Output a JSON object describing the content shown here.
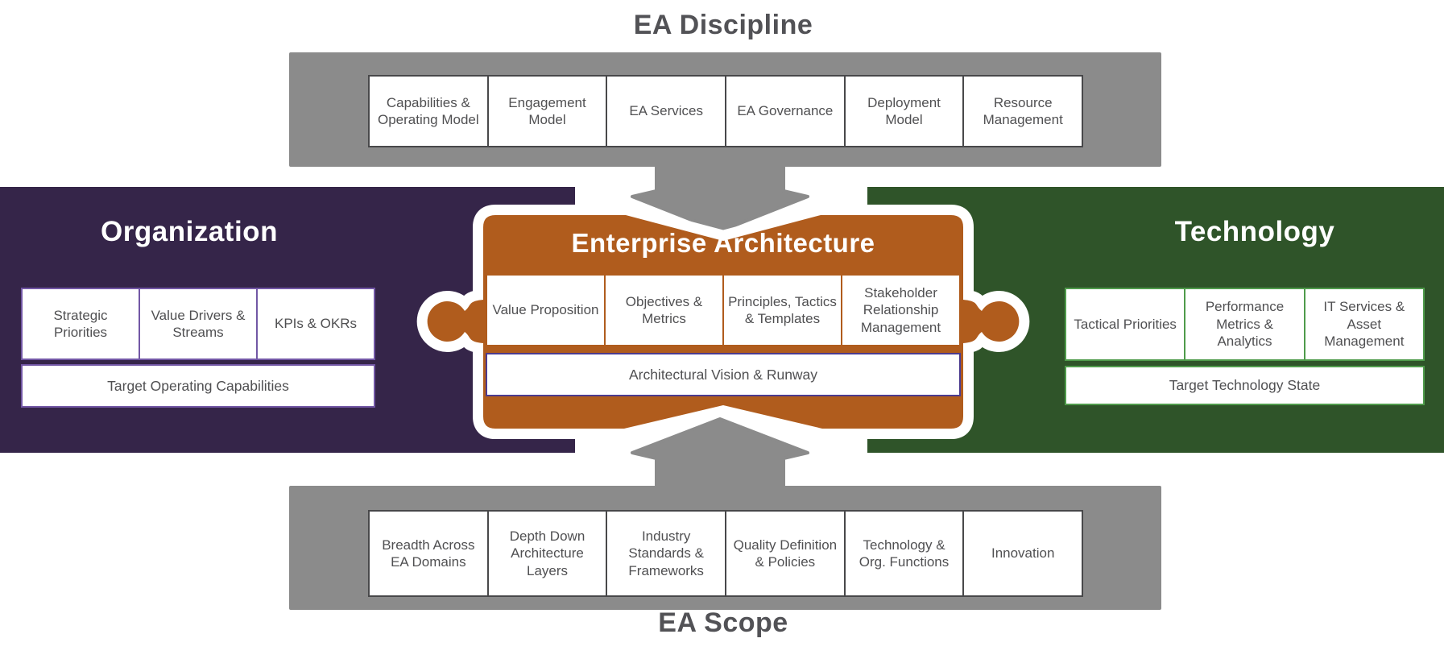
{
  "colors": {
    "bar_gray": "#8b8b8b",
    "title_gray": "#525256",
    "panel_purple": "#352549",
    "panel_green": "#2f5429",
    "puzzle_orange": "#b05c1d",
    "border_dark": "#48484a",
    "border_purple": "#7257a5",
    "border_green": "#4f9b4b",
    "border_indigo": "#4c3b8f",
    "box_text": "#505052"
  },
  "ea_discipline": {
    "title": "EA Discipline",
    "boxes": [
      "Capabilities & Operating Model",
      "Engagement Model",
      "EA Services",
      "EA Governance",
      "Deployment Model",
      "Resource Management"
    ]
  },
  "organization": {
    "title": "Organization",
    "row1": [
      "Strategic Priorities",
      "Value Drivers & Streams",
      "KPIs & OKRs"
    ],
    "row2": "Target Operating Capabilities"
  },
  "enterprise_architecture": {
    "title": "Enterprise Architecture",
    "row1": [
      "Value Proposition",
      "Objectives & Metrics",
      "Principles, Tactics & Templates",
      "Stakeholder Relationship Management"
    ],
    "row2": "Architectural Vision & Runway"
  },
  "technology": {
    "title": "Technology",
    "row1": [
      "Tactical Priorities",
      "Performance Metrics & Analytics",
      "IT Services & Asset Management"
    ],
    "row2": "Target Technology State"
  },
  "ea_scope": {
    "title": "EA Scope",
    "boxes": [
      "Breadth Across EA Domains",
      "Depth Down Architecture Layers",
      "Industry Standards & Frameworks",
      "Quality Definition & Policies",
      "Technology & Org. Functions",
      "Innovation"
    ]
  }
}
